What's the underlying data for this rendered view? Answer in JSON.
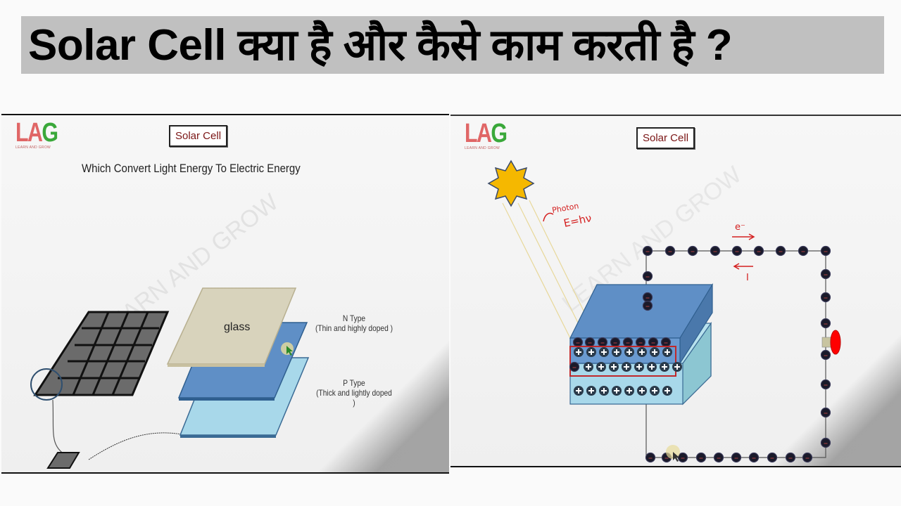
{
  "title": {
    "text": "Solar Cell क्या है और कैसे काम करती है ?",
    "background": "#c0c0c0"
  },
  "left_slide": {
    "logo": {
      "letters": [
        "L",
        "A",
        "G"
      ],
      "subtitle": "LEARN AND GROW"
    },
    "label": "Solar Cell",
    "subtitle": "Which Convert Light Energy To Electric Energy",
    "watermark": "LEARN AND GROW",
    "glass_label": "glass",
    "n_type": {
      "name": "N Type",
      "desc": "(Thin and highly doped )"
    },
    "p_type": {
      "name": "P Type",
      "desc": "(Thick and lightly doped )"
    },
    "icons": [
      "solar-panel-grid-icon",
      "magnify-circle-icon",
      "single-cell-icon",
      "curved-arrow-icon",
      "cursor-icon"
    ],
    "colors": {
      "glass": "#d8d3bc",
      "n_layer": "#5f8fc6",
      "p_layer": "#a8d8ea",
      "cell": "#6b6b6b"
    }
  },
  "right_slide": {
    "logo": {
      "letters": [
        "L",
        "A",
        "G"
      ],
      "subtitle": "LEARN AND GROW"
    },
    "label": "Solar Cell",
    "watermark": "LEARN AND GROW",
    "annotations": {
      "photon": "Photon",
      "energy": "E=hν",
      "electron": "e⁻",
      "current": "I"
    },
    "icons": [
      "sun-icon",
      "light-ray-icon",
      "electron-icon",
      "hole-plus-icon",
      "bulb-load-icon",
      "arrow-right-icon",
      "arrow-left-icon",
      "cursor-icon"
    ],
    "counts": {
      "top_wire_electrons": 9,
      "right_wire_electrons": 6,
      "bottom_wire_electrons": 10,
      "n_layer_electrons": 8,
      "p_layer_holes": 8
    },
    "colors": {
      "sun": "#f5b800",
      "n_block": "#5f8fc6",
      "p_block": "#a8d8ea",
      "depletion_border": "#c0282a",
      "load": "#ff0000",
      "annotation": "#d42020"
    }
  }
}
